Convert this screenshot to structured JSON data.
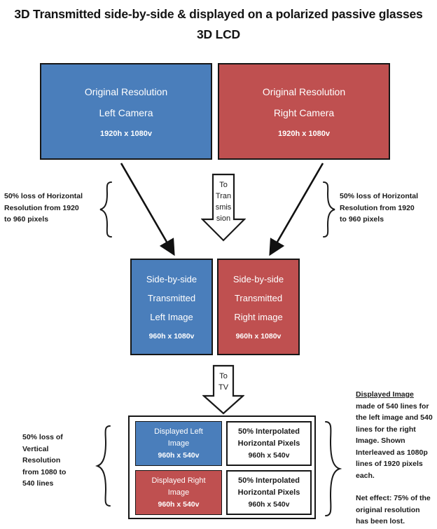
{
  "title": "3D Transmitted side-by-side & displayed on a polarized passive glasses 3D LCD",
  "colors": {
    "blue": "#4a7ebb",
    "red": "#bf5050",
    "outline": "#161616",
    "text": "#1a1a1a"
  },
  "top_row": {
    "left_box": {
      "line1": "Original Resolution",
      "line2": "Left Camera",
      "resolution": "1920h x 1080v"
    },
    "right_box": {
      "line1": "Original Resolution",
      "line2": "Right  Camera",
      "resolution": "1920h x 1080v"
    }
  },
  "middle_row": {
    "left_box": {
      "line1": "Side-by-side",
      "line2": "Transmitted",
      "line3": "Left Image",
      "resolution": "960h x 1080v"
    },
    "right_box": {
      "line1": "Side-by-side",
      "line2": "Transmitted",
      "line3": "Right  image",
      "resolution": "960h x 1080v"
    }
  },
  "arrows": {
    "transmission": {
      "l1": "To",
      "l2": "Tran",
      "l3": "smis",
      "l4": "sion"
    },
    "tv": {
      "l1": "To",
      "l2": "TV"
    }
  },
  "notes": {
    "left_top": {
      "l1": "50% loss of Horizontal",
      "l2": "Resolution from 1920",
      "l3": "to 960 pixels"
    },
    "right_top": {
      "l1": "50% loss of Horizontal",
      "l2": "Resolution from 1920",
      "l3": "to 960 pixels"
    },
    "left_bottom": {
      "l1": "50% loss of",
      "l2": "Vertical",
      "l3": "Resolution",
      "l4": "from 1080 to",
      "l5": "540 lines"
    },
    "right_bottom": {
      "underlined": "Displayed Image",
      "p1_rest": " made of 540 lines for the left image and 540 lines for the right Image. Shown Interleaved as 1080p lines of 1920 pixels each.",
      "p2": "Net effect: 75% of the original resolution has been lost."
    }
  },
  "display_container": {
    "row1": {
      "image_cell": {
        "line1": "Displayed Left",
        "line2": "Image",
        "resolution": "960h x 540v"
      },
      "interp_cell": {
        "line1": "50% Interpolated",
        "line2": "Horizontal Pixels",
        "resolution": "960h x 540v"
      }
    },
    "row2": {
      "image_cell": {
        "line1": "Displayed Right",
        "line2": "Image",
        "resolution": "960h x 540v"
      },
      "interp_cell": {
        "line1": "50% Interpolated",
        "line2": "Horizontal Pixels",
        "resolution": "960h x 540v"
      }
    }
  }
}
